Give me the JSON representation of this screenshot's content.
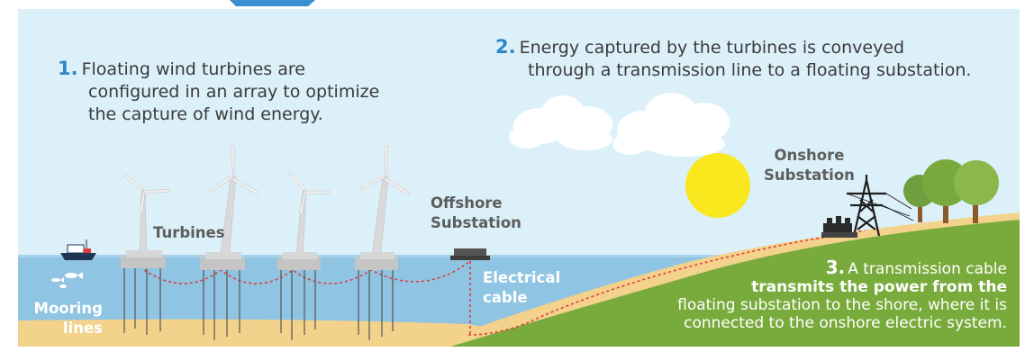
{
  "step1": {
    "number": "1.",
    "line1": "Floating wind turbines are",
    "line2": "configured in an array to optimize",
    "line3": "the capture of wind energy."
  },
  "step2": {
    "number": "2.",
    "line1": "Energy captured by the turbines is conveyed",
    "line2": "through a transmission line to a floating substation."
  },
  "step3": {
    "number": "3.",
    "line1": "A transmission cable",
    "line2": "transmits the power from the",
    "line3": "floating substation to the shore, where it is",
    "line4": "connected to the onshore electric system."
  },
  "labels": {
    "turbines": "Turbines",
    "offshore_line1": "Offshore",
    "offshore_line2": "Substation",
    "onshore_line1": "Onshore",
    "onshore_line2": "Substation",
    "electrical_line1": "Electrical",
    "electrical_line2": "cable",
    "mooring_line1": "Mooring",
    "mooring_line2": "lines"
  },
  "colors": {
    "sky": "#dcf0fa",
    "sea": "#8fc4e3",
    "sand": "#f3d28c",
    "hill": "#79ab3c",
    "sun": "#f8e81d",
    "cable": "#e03c3c",
    "accent_blue": "#2f86c6",
    "header_blue": "#3a8fd0"
  }
}
